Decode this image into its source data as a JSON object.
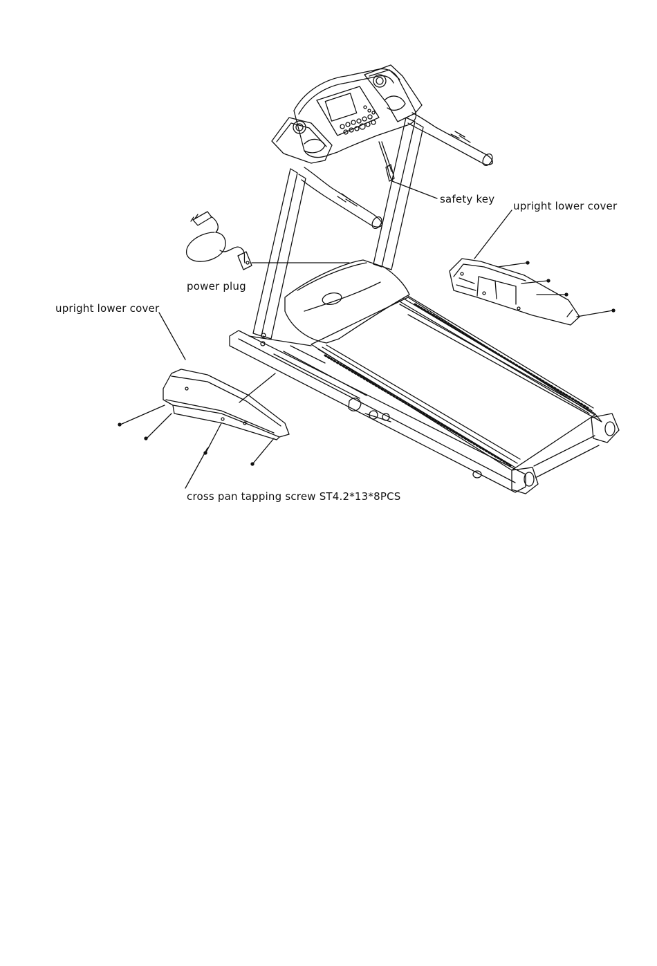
{
  "labels": {
    "safety_key": "safety key",
    "upright_lower_cover_right": "upright lower cover",
    "power_plug": "power plug",
    "upright_lower_cover_left": "upright lower cover",
    "screw": "cross pan tapping screw ST4.2*13*8PCS"
  },
  "colors": {
    "line": "#111111",
    "background": "#ffffff"
  }
}
